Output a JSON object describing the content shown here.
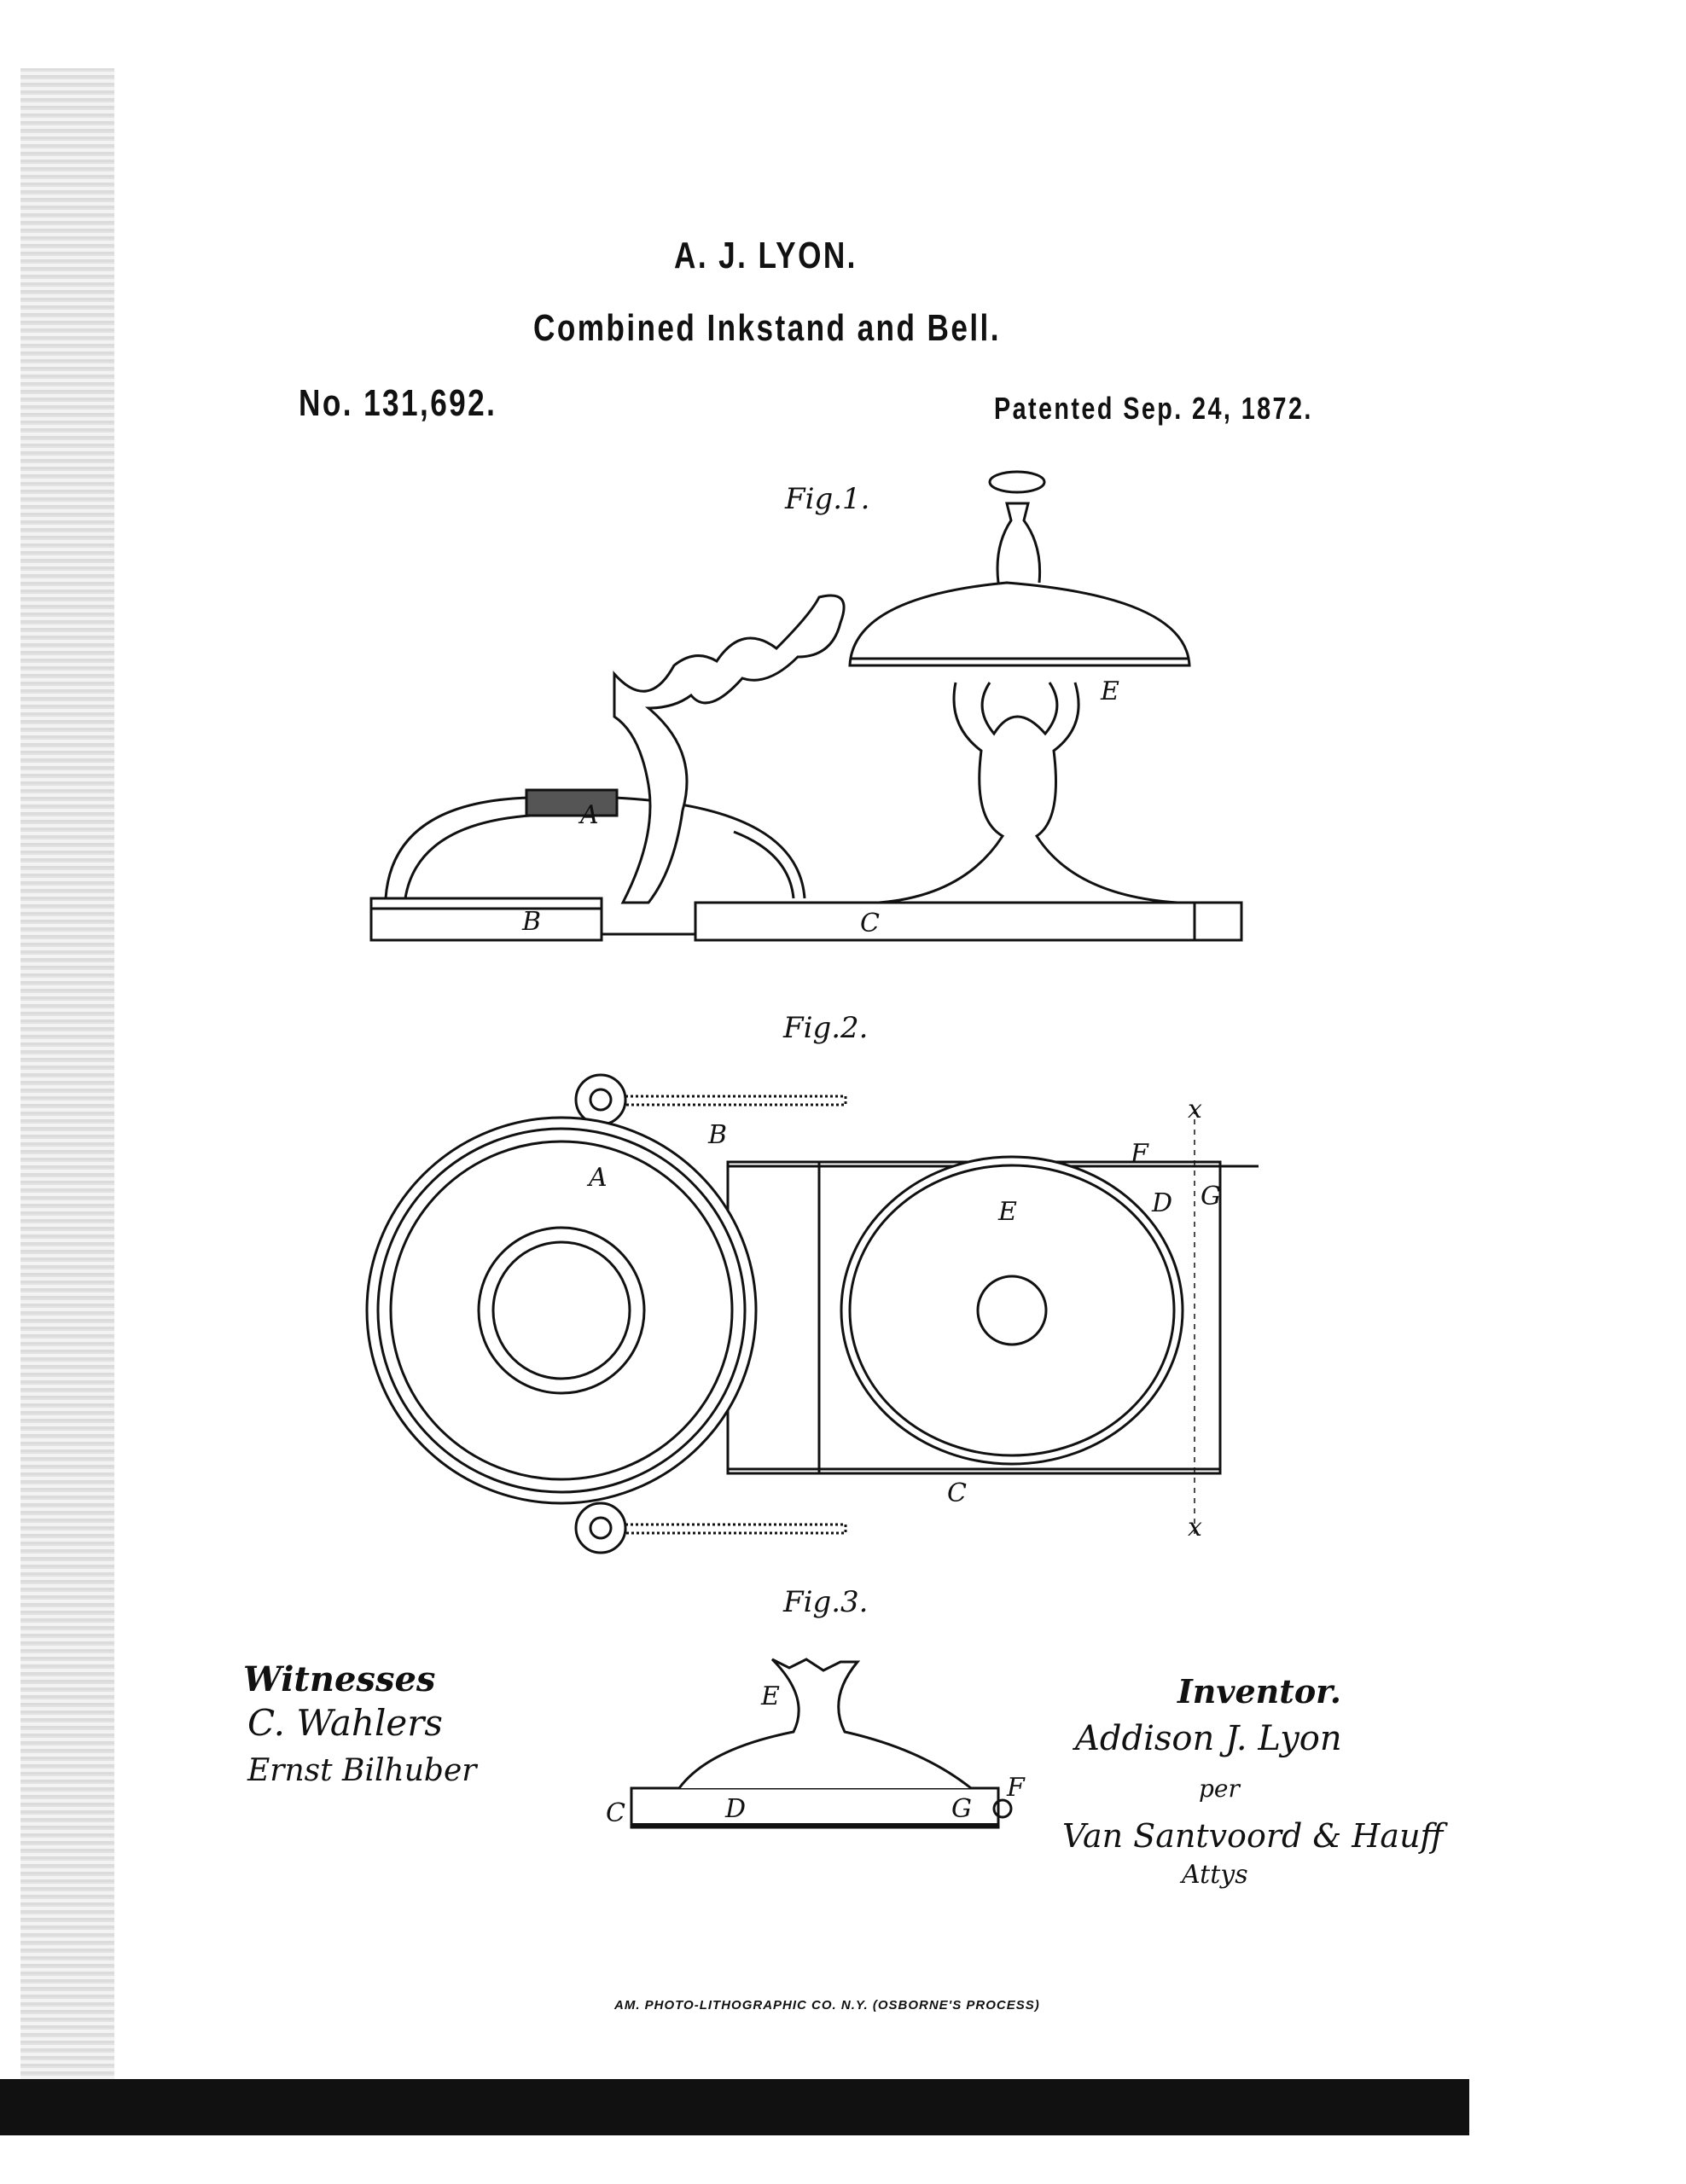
{
  "header": {
    "inventor_name": "A. J. LYON.",
    "title": "Combined Inkstand and Bell.",
    "patent_number": "No. 131,692.",
    "patent_date": "Patented Sep. 24, 1872."
  },
  "figures": {
    "fig1_label": "Fig.1.",
    "fig2_label": "Fig.2.",
    "fig3_label": "Fig.3.",
    "labels": {
      "A": "A",
      "B": "B",
      "C": "C",
      "D": "D",
      "E": "E",
      "F": "F",
      "G": "G",
      "x": "x"
    }
  },
  "signatures": {
    "witnesses_label": "Witnesses",
    "witness_1": "C. Wahlers",
    "witness_2": "Ernst Bilhuber",
    "inventor_label": "Inventor.",
    "inventor": "Addison J. Lyon",
    "per": "per",
    "attorneys": "Van Santvoord & Hauff",
    "attys": "Attys"
  },
  "footer": "AM. PHOTO-LITHOGRAPHIC CO. N.Y. (OSBORNE'S PROCESS)"
}
